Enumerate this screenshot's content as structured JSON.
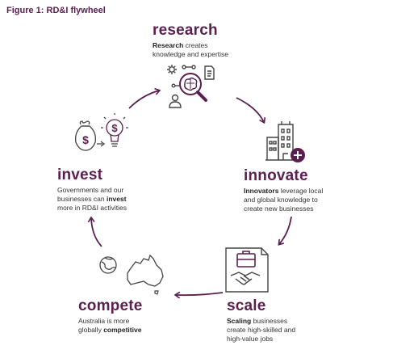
{
  "figure_title": "Figure 1: RD&I flywheel",
  "colors": {
    "accent": "#5a1e4f",
    "text": "#333333"
  },
  "nodes": {
    "research": {
      "title": "research",
      "bold": "Research",
      "line1_rest": " creates",
      "line2": "knowledge and expertise",
      "icon": "brain-magnifier-icon"
    },
    "innovate": {
      "title": "innovate",
      "bold": "Innovators",
      "line1_rest": " leverage local",
      "line2": "and global knowledge to",
      "line3": "create new businesses",
      "icon": "buildings-plus-icon"
    },
    "scale": {
      "title": "scale",
      "bold": "Scaling",
      "line1_rest": " businesses",
      "line2": "create high-skilled and",
      "line3": "high-value jobs",
      "icon": "handshake-briefcase-icon"
    },
    "compete": {
      "title": "compete",
      "line1": "Australia is more",
      "line2_pre": "globally ",
      "line2_bold": "competitive",
      "icon": "australia-globe-icon"
    },
    "invest": {
      "title": "invest",
      "line1": "Governments and our",
      "line2_pre": "businesses can ",
      "line2_bold": "invest",
      "line3": "more in RD&I activities",
      "icon": "money-bulb-icon"
    }
  }
}
